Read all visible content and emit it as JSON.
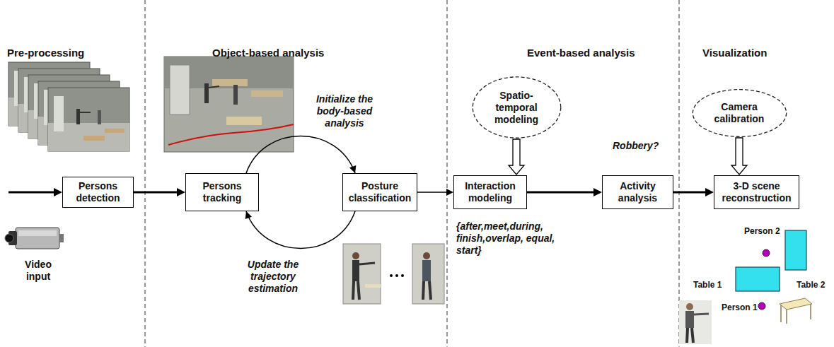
{
  "diagram": {
    "nodes": [
      {
        "text": [
          "Persons detection"
        ]
      },
      {
        "text": [
          "Persons tracking"
        ]
      },
      {
        "text": [
          "Posture classification"
        ]
      },
      {
        "text": [
          "Spatio-temporal modeling"
        ]
      },
      {
        "text": [
          "Interaction modeling"
        ]
      },
      {
        "text": [
          "Activity analysis"
        ]
      },
      {
        "text": [
          "Camera calibration"
        ]
      },
      {
        "text": [
          "3-D scene reconstruction"
        ]
      }
    ],
    "edges": [
      {
        "from": 0,
        "to": 1,
        "arrow": "to"
      },
      {
        "from": 1,
        "to": 2,
        "label": "Initialize the body-based analysis",
        "arrow": "to"
      },
      {
        "from": 2,
        "to": 1,
        "label": "Update the trajectory estimation",
        "arrow": "to"
      },
      {
        "from": 2,
        "to": 4,
        "arrow": "to"
      },
      {
        "from": 3,
        "to": 4,
        "arrow": "to"
      },
      {
        "from": 4,
        "to": 5,
        "arrow": "to"
      },
      {
        "from": 5,
        "to": 7,
        "arrow": "to"
      },
      {
        "from": 6,
        "to": 7,
        "arrow": "to"
      }
    ],
    "labels": [
      "Pre-processing",
      "Object-based analysis",
      "Event-based analysis",
      "Visualization",
      "Video input",
      "{after,meet,during, finish,overlap, equal, start}",
      "Robbery?",
      "Person 2",
      "Table 1",
      "Table 2",
      "Person 1"
    ]
  }
}
